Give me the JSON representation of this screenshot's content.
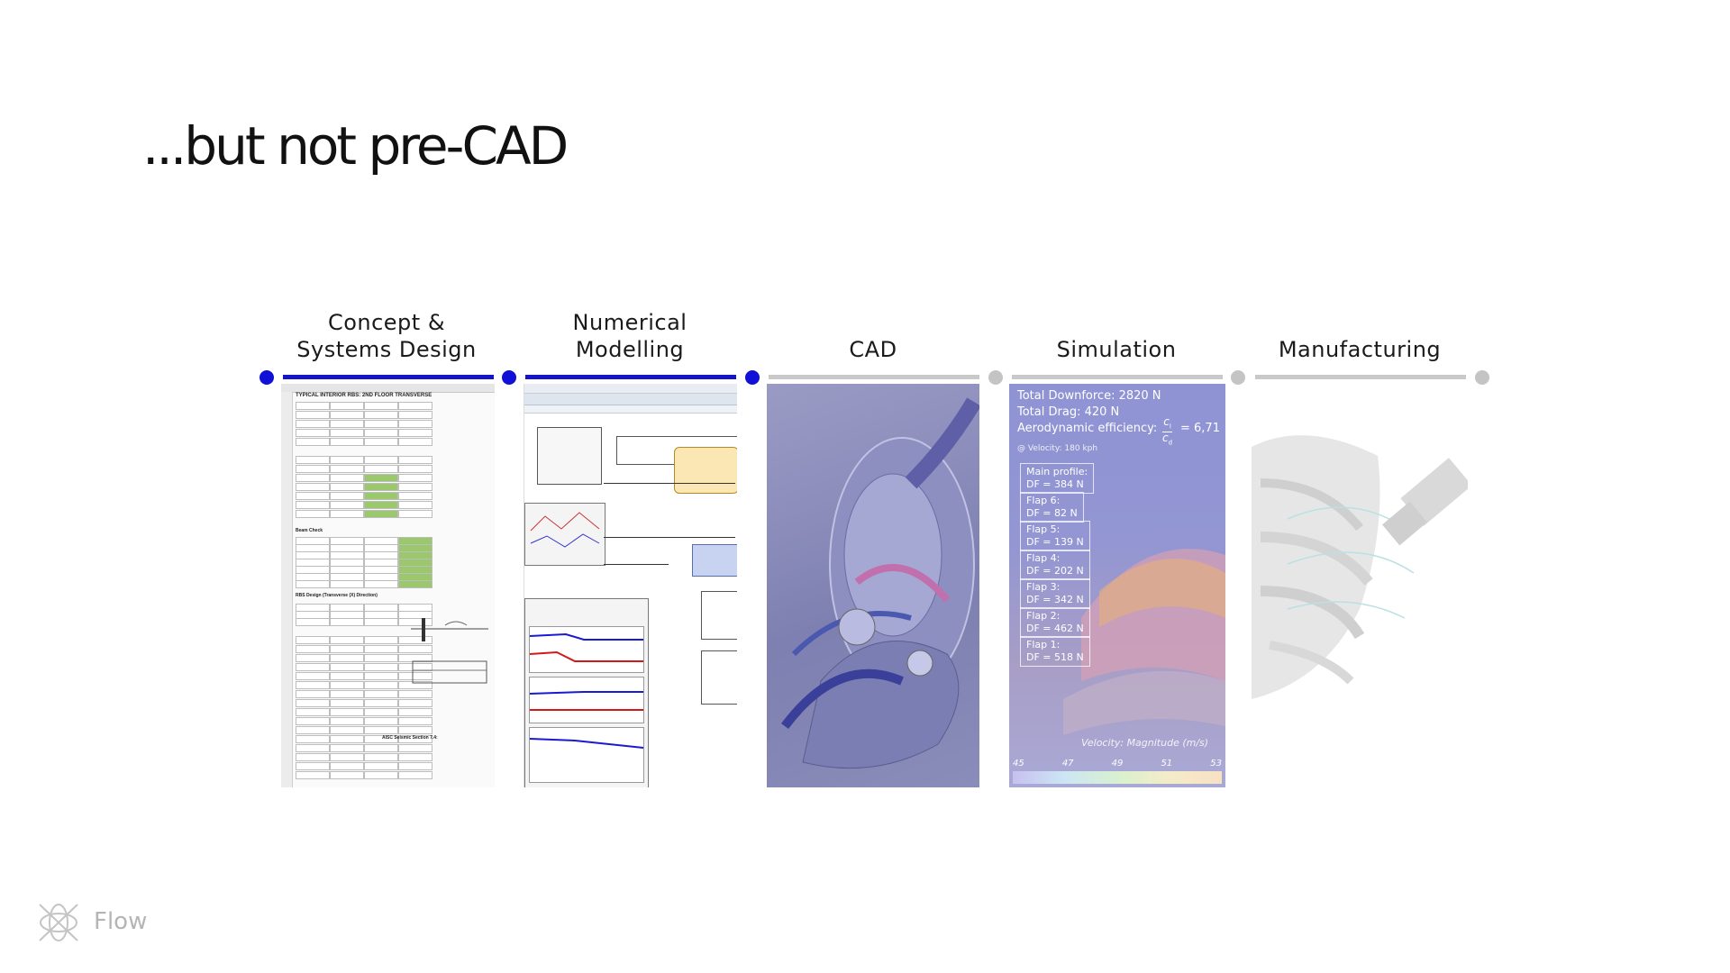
{
  "slide": {
    "title": "...but not pre-CAD"
  },
  "stages": [
    {
      "label_line1": "Concept &",
      "label_line2": "Systems Design"
    },
    {
      "label_line1": "Numerical",
      "label_line2": "Modelling"
    },
    {
      "label_line1": "",
      "label_line2": "CAD"
    },
    {
      "label_line1": "",
      "label_line2": "Simulation"
    },
    {
      "label_line1": "",
      "label_line2": "Manufacturing"
    }
  ],
  "colors": {
    "active": "#1414c8",
    "inactive": "#c9c9c9"
  },
  "simulation": {
    "total_downforce": "Total Downforce: 2820 N",
    "total_drag": "Total Drag: 420 N",
    "aero_efficiency": "Aerodynamic efficiency:",
    "aero_value": "= 6,71",
    "velocity_note": "@ Velocity: 180 kph",
    "boxes": [
      {
        "line1": "Main profile:",
        "line2": "DF = 384 N"
      },
      {
        "line1": "Flap 6:",
        "line2": "DF = 82 N"
      },
      {
        "line1": "Flap 5:",
        "line2": "DF = 139 N"
      },
      {
        "line1": "Flap 4:",
        "line2": "DF = 202 N"
      },
      {
        "line1": "Flap 3:",
        "line2": "DF = 342 N"
      },
      {
        "line1": "Flap 2:",
        "line2": "DF = 462 N"
      },
      {
        "line1": "Flap 1:",
        "line2": "DF = 518 N"
      }
    ],
    "legend_title": "Velocity: Magnitude (m/s)",
    "legend_ticks": [
      "45",
      "47",
      "49",
      "51",
      "53"
    ]
  },
  "sheet": {
    "title": "TYPICAL INTERIOR RBS: 2ND FLOOR TRANSVERSE",
    "section_beam": "Beam Check",
    "section_rbs": "RBS Design (Transverse (X) Direction)",
    "section_aisc": "AISC Seismic Section 7.4:"
  },
  "brand": {
    "name": "Flow",
    "logo_icon": "flow-logo-icon"
  }
}
